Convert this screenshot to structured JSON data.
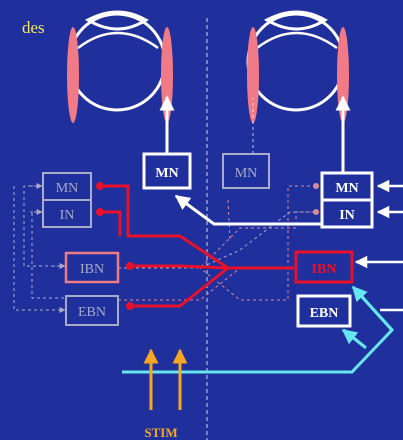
{
  "header": {
    "text": "des"
  },
  "labels": {
    "mn_center": "MN",
    "mn_center_gray": "MN",
    "mn_left": "MN",
    "in_left": "IN",
    "ibn_left": "IBN",
    "ebn_left": "EBN",
    "mn_right": "MN",
    "in_right": "IN",
    "ibn_right": "IBN",
    "ebn_right": "EBN",
    "stim": "STIM"
  },
  "colors": {
    "background": "#1f2f9b",
    "white": "#ffffff",
    "gray": "#a8acc8",
    "red": "#e8102a",
    "pink_muscle": "#f07a86",
    "pink_dashed": "#d98a9a",
    "cyan": "#66e6ee",
    "orange": "#f5a623",
    "yellow_text": "#f2e85a"
  }
}
